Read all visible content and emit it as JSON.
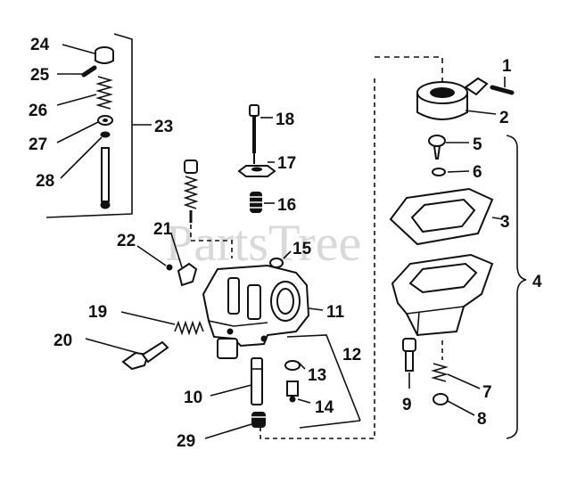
{
  "watermark": {
    "text": "PartsTree",
    "tm": "TM"
  },
  "callouts": {
    "c1": "1",
    "c2": "2",
    "c3": "3",
    "c4": "4",
    "c5": "5",
    "c6": "6",
    "c7": "7",
    "c8": "8",
    "c9": "9",
    "c10": "10",
    "c11": "11",
    "c12": "12",
    "c13": "13",
    "c14": "14",
    "c15": "15",
    "c16": "16",
    "c17": "17",
    "c18": "18",
    "c19": "19",
    "c20": "20",
    "c21": "21",
    "c22": "22",
    "c23": "23",
    "c24": "24",
    "c25": "25",
    "c26": "26",
    "c27": "27",
    "c28": "28",
    "c29": "29"
  }
}
